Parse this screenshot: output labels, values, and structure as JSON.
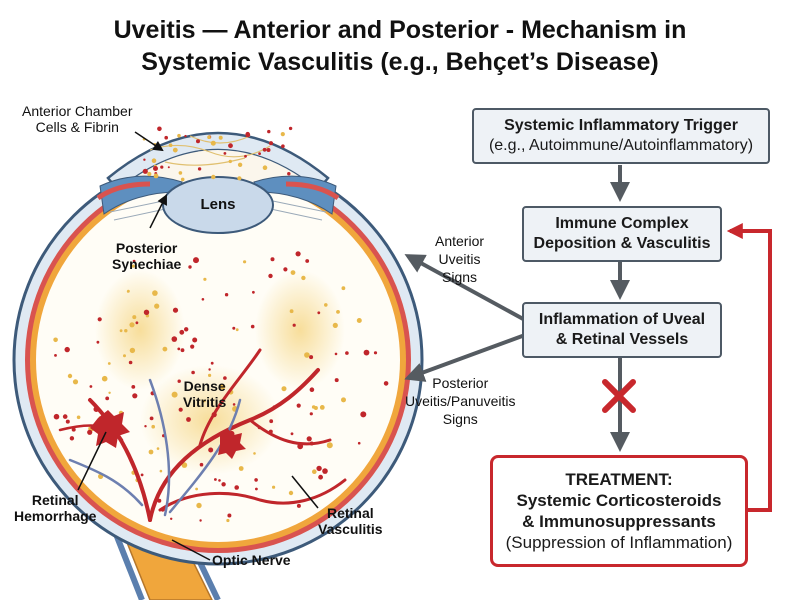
{
  "title": {
    "line1": "Uveitis — Anterior and Posterior - Mechanism in",
    "line2": "Systemic Vasculitis (e.g., Behçet’s Disease)"
  },
  "eye_labels": {
    "anterior_chamber": [
      "Anterior Chamber",
      "Cells & Fibrin"
    ],
    "lens": "Lens",
    "posterior_synechiae": [
      "Posterior",
      "Synechiae"
    ],
    "dense_vitritis": [
      "Dense",
      "Vitritis"
    ],
    "retinal_hemorrhage": [
      "Retinal",
      "Hemorrhage"
    ],
    "retinal_vasculitis": [
      "Retinal",
      "Vasculitis"
    ],
    "optic_nerve": "Optic Nerve"
  },
  "flow": {
    "trigger": [
      "Systemic Inflammatory Trigger",
      "(e.g., Autoimmune/Autoinflammatory)"
    ],
    "immune": [
      "Immune Complex",
      "Deposition & Vasculitis"
    ],
    "inflammation": [
      "Inflammation of Uveal",
      "& Retinal Vessels"
    ],
    "treatment": [
      "TREATMENT:",
      "Systemic Corticosteroids",
      "& Immunosuppressants",
      "(Suppression of Inflammation)"
    ],
    "anterior_signs": [
      "Anterior",
      "Uveitis",
      "Signs"
    ],
    "posterior_signs": [
      "Posterior",
      "Uveitis/Panuveitis",
      "Signs"
    ]
  },
  "colors": {
    "box_border": "#4d5965",
    "box_fill": "#eef2f6",
    "arrow": "#555b61",
    "treatment_red": "#c8282d",
    "vessel_red": "#c0262b",
    "retina_orange": "#f0a63c",
    "choroid_red": "#d9534f",
    "sclera_blue": "#dfe9f3",
    "lens_blue": "#c9d9ea"
  }
}
